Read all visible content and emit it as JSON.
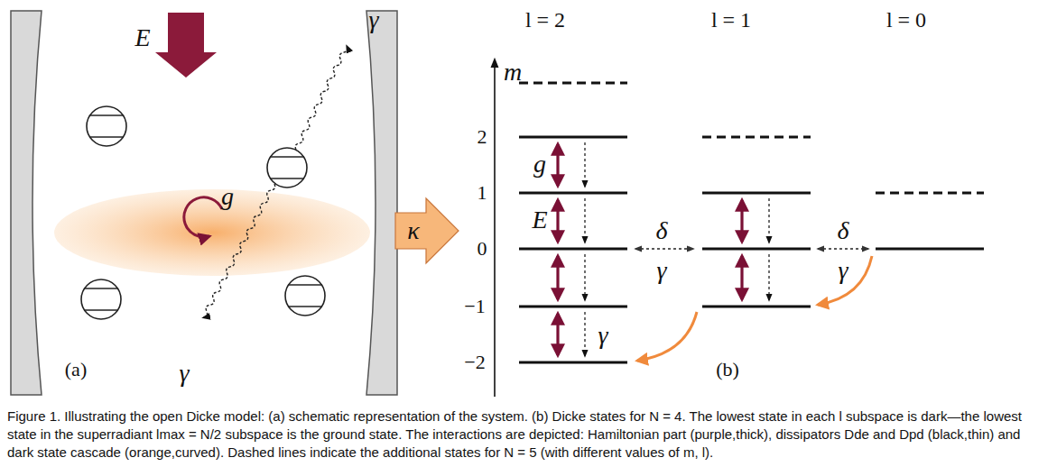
{
  "diagram": {
    "caption": "Figure 1. Illustrating the open Dicke model: (a) schematic representation of the system. (b) Dicke states for N = 4. The lowest state in each l subspace is dark—the lowest state in the superradiant lmax = N/2 subspace is the ground state. The interactions are depicted: Hamiltonian part (purple,thick), dissipators Dde and Dpd (black,thin) and dark state cascade (orange,curved). Dashed lines indicate the additional states for N = 5 (with different values of m, l).",
    "labels": [
      "E",
      "g",
      "γ",
      "γ",
      "κ",
      "(a)",
      "l = 2",
      "l = 1",
      "l = 0",
      "m",
      "2",
      "1",
      "0",
      "−1",
      "−2",
      "g",
      "E",
      "γ",
      "δ",
      "γ",
      "δ",
      "γ",
      "(b)"
    ]
  }
}
